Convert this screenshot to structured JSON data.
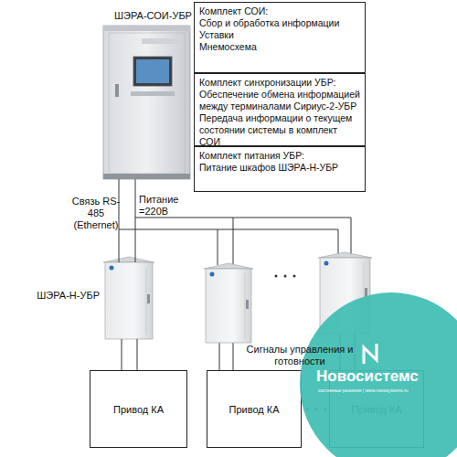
{
  "diagram": {
    "nodes": [
      {
        "text": [
          "ШЭРА-СОИ-УБР"
        ]
      },
      {
        "text": [
          "Комплект СОИ:",
          "Сбор и обработка информации",
          "Уставки",
          "Мнемосхема"
        ]
      },
      {
        "text": [
          "Комплект синхронизации УБР:",
          "Обеспечение обмена информацией между терминалами Сириус-2-УБР",
          "Передача информации о текущем состоянии системы в комплект СОИ"
        ]
      },
      {
        "text": [
          "Комплект питания УБР:",
          "Питание шкафов ШЭРА-Н-УБР"
        ]
      },
      {
        "text": [
          "ШЭРА-Н-УБР"
        ]
      },
      {
        "text": [
          "Привод КА"
        ]
      },
      {
        "text": [
          "Привод КА"
        ]
      },
      {
        "text": [
          "Привод КА"
        ]
      }
    ],
    "edges": [
      {
        "from": 0,
        "to": 4,
        "arrow": "none"
      },
      {
        "from": 0,
        "to": 4,
        "arrow": "none"
      },
      {
        "from": 4,
        "to": 5,
        "arrow": "none"
      },
      {
        "from": 4,
        "to": 5,
        "arrow": "none"
      }
    ],
    "labels": [
      "Связь RS-485 (Ethernet)",
      "Питание =220В",
      "Сигналы управления и готовности",
      "Новосистемс",
      "системные решения | www.novosystems.ru"
    ]
  }
}
